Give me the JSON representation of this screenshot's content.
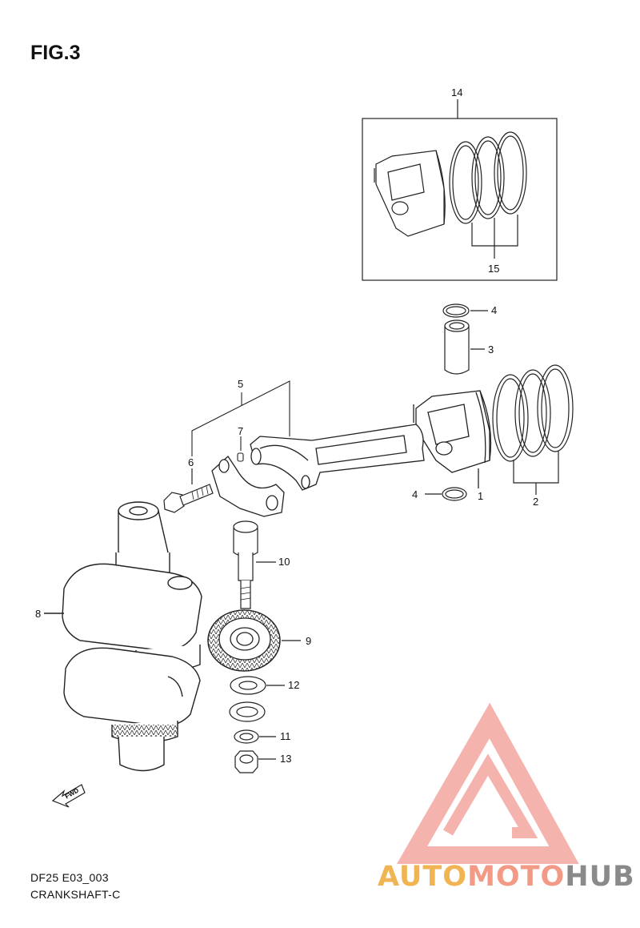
{
  "figure": {
    "title": "FIG.3",
    "model": "DF25 E03_003",
    "section": "CRANKSHAFT-C"
  },
  "direction_label": "FWD",
  "callouts": {
    "c1": "1",
    "c2": "2",
    "c3": "3",
    "c4a": "4",
    "c4b": "4",
    "c5": "5",
    "c6": "6",
    "c7": "7",
    "c8": "8",
    "c9": "9",
    "c10": "10",
    "c11": "11",
    "c12": "12",
    "c13": "13",
    "c14": "14",
    "c15": "15"
  },
  "watermark": {
    "part1": "AUTO",
    "part2": "MOTO",
    "part3": "HUB",
    "colors": {
      "auto": "#f0b452",
      "moto": "#f29a86",
      "hub": "#8a8a8a",
      "logo": "#f4a6a0"
    }
  }
}
